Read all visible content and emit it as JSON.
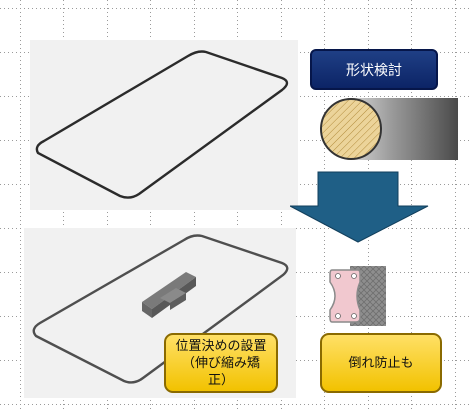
{
  "labels": {
    "shape_study": "形状検討",
    "positioning_line1": "位置決めの設置",
    "positioning_line2": "（伸び縮み矯",
    "positioning_line3": "正）",
    "fall_prevention": "倒れ防止も"
  },
  "colors": {
    "title_box": "#0c2466",
    "arrow": "#1f5f86",
    "callout": "#f2c200",
    "grid": "#9a9a9a"
  }
}
